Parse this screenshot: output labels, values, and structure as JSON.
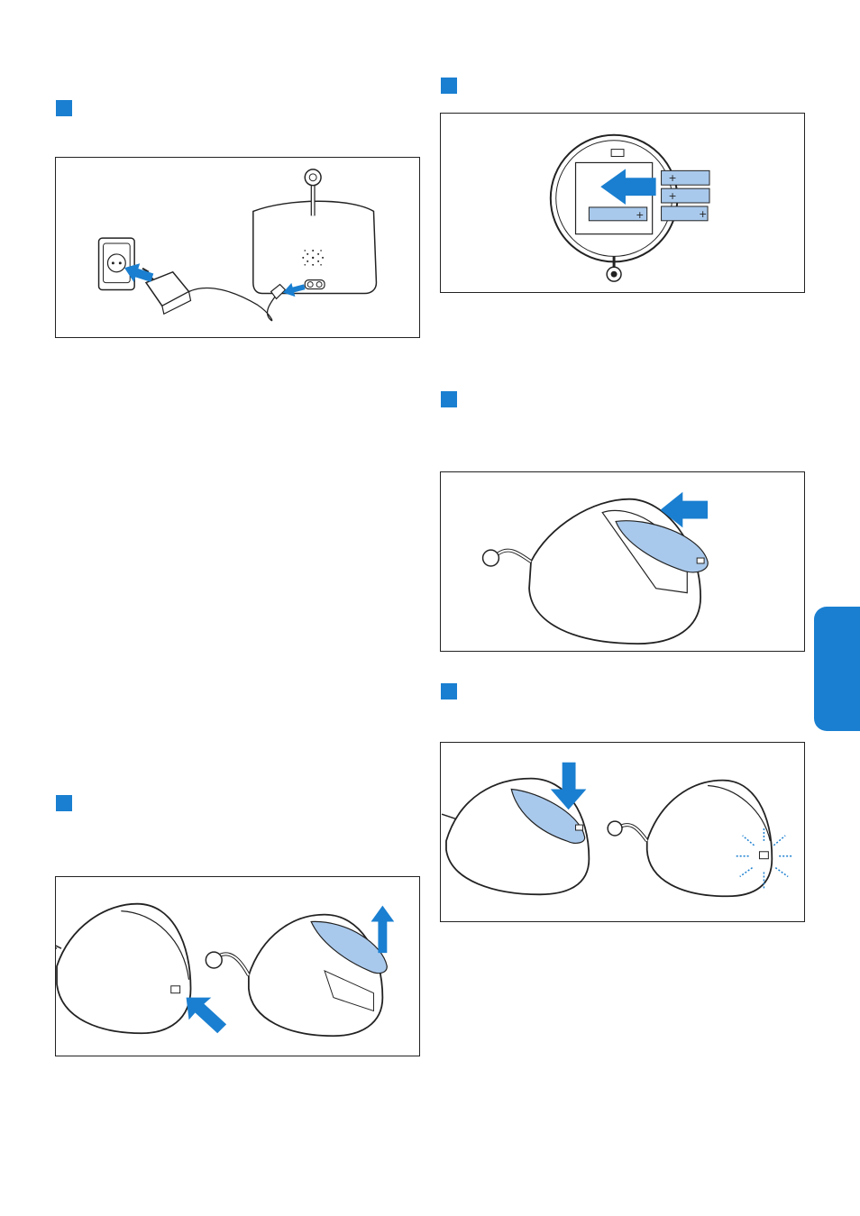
{
  "page": {
    "accent_color": "#1a7fd0",
    "light_blue": "#a9c9ec",
    "steps": [
      {
        "id": "step-connect-power",
        "icon": "power-adapter-illustration"
      },
      {
        "id": "step-open-battery-cover",
        "icon": "open-cover-illustration"
      },
      {
        "id": "step-insert-batteries",
        "icon": "battery-illustration"
      },
      {
        "id": "step-slide-cover",
        "icon": "slide-cover-illustration"
      },
      {
        "id": "step-close-cover",
        "icon": "close-cover-illustration"
      }
    ],
    "batteries": [
      {
        "polarity": "+"
      },
      {
        "polarity": "+"
      },
      {
        "polarity": "+"
      },
      {
        "polarity": "+"
      }
    ]
  }
}
